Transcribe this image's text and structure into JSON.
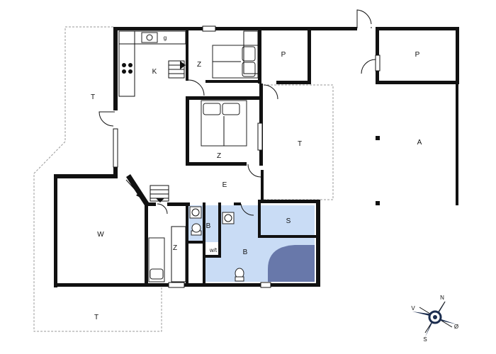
{
  "rooms": {
    "k": "K",
    "z1": "Z",
    "p1": "P",
    "p2": "P",
    "t1": "T",
    "z2": "Z",
    "t2": "T",
    "a": "A",
    "e": "E",
    "w": "W",
    "z3": "Z",
    "b1": "B",
    "wt": "w/t",
    "b2": "B",
    "s": "S",
    "t3": "T",
    "g": "g"
  },
  "compass": {
    "n": "N",
    "v": "V",
    "s": "S",
    "o": "Ø"
  },
  "colors": {
    "wall": "#111111",
    "bath_fill": "#c9dcf5",
    "shower_fill": "#6878aa",
    "outline": "#9a9a9a"
  }
}
